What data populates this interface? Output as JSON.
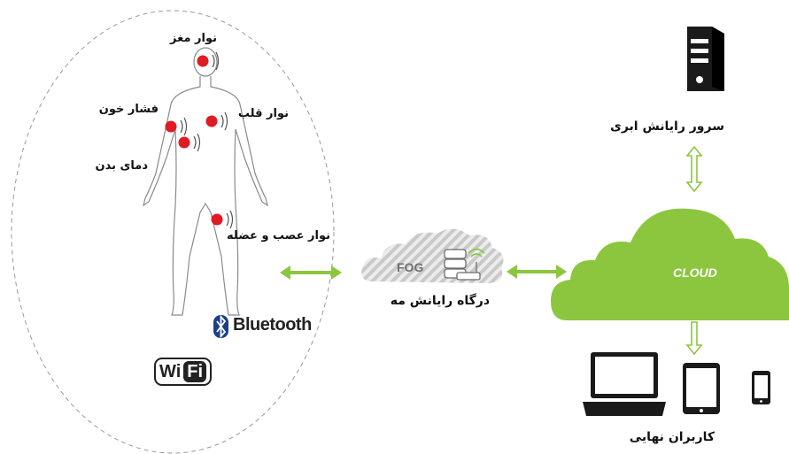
{
  "sensors": {
    "brain": "نوار مغز",
    "blood_pressure": "فشار خون",
    "heart": "نوار قلب",
    "body_temp": "دمای بدن",
    "emg": "نوار عصب و عضله"
  },
  "connectivity": {
    "bluetooth": "Bluetooth",
    "wifi_wi": "Wi",
    "wifi_fi": "Fi"
  },
  "fog": {
    "badge": "FOG",
    "label": "درگاه رایانش مه"
  },
  "cloud": {
    "badge": "CLOUD",
    "server_label": "سرور رایانش ابری",
    "users_label": "کاربران نهایی"
  },
  "colors": {
    "arrow": "#8cc63f",
    "cloud": "#8cc63f",
    "sensor": "#e01b24",
    "fog_stripe": "#cfcfcf"
  },
  "icons": [
    "bluetooth-icon",
    "wifi-logo",
    "router-icon",
    "server-icon",
    "laptop-icon",
    "tablet-icon",
    "phone-icon"
  ]
}
